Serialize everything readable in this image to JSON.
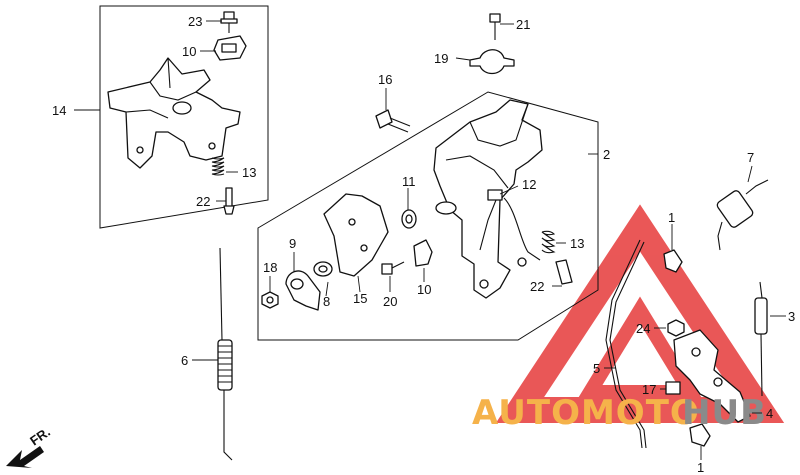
{
  "watermark": {
    "text_moto": "AUTOMOTO",
    "text_hub": "HUB",
    "color_orange": "#f5b24a",
    "color_gray": "#8a8a8a",
    "triangle_color": "#e63a3a"
  },
  "direction_marker": {
    "label": "FR."
  },
  "callouts": [
    {
      "id": "c23",
      "number": "23"
    },
    {
      "id": "c10a",
      "number": "10"
    },
    {
      "id": "c14",
      "number": "14"
    },
    {
      "id": "c13a",
      "number": "13"
    },
    {
      "id": "c22a",
      "number": "22"
    },
    {
      "id": "c21",
      "number": "21"
    },
    {
      "id": "c19",
      "number": "19"
    },
    {
      "id": "c16",
      "number": "16"
    },
    {
      "id": "c2",
      "number": "2"
    },
    {
      "id": "c11",
      "number": "11"
    },
    {
      "id": "c12",
      "number": "12"
    },
    {
      "id": "c13b",
      "number": "13"
    },
    {
      "id": "c22b",
      "number": "22"
    },
    {
      "id": "c9",
      "number": "9"
    },
    {
      "id": "c18",
      "number": "18"
    },
    {
      "id": "c8",
      "number": "8"
    },
    {
      "id": "c15",
      "number": "15"
    },
    {
      "id": "c20",
      "number": "20"
    },
    {
      "id": "c10b",
      "number": "10"
    },
    {
      "id": "c7",
      "number": "7"
    },
    {
      "id": "c1a",
      "number": "1"
    },
    {
      "id": "c3",
      "number": "3"
    },
    {
      "id": "c24",
      "number": "24"
    },
    {
      "id": "c5",
      "number": "5"
    },
    {
      "id": "c17",
      "number": "17"
    },
    {
      "id": "c4",
      "number": "4"
    },
    {
      "id": "c1b",
      "number": "1"
    },
    {
      "id": "c6",
      "number": "6"
    }
  ]
}
